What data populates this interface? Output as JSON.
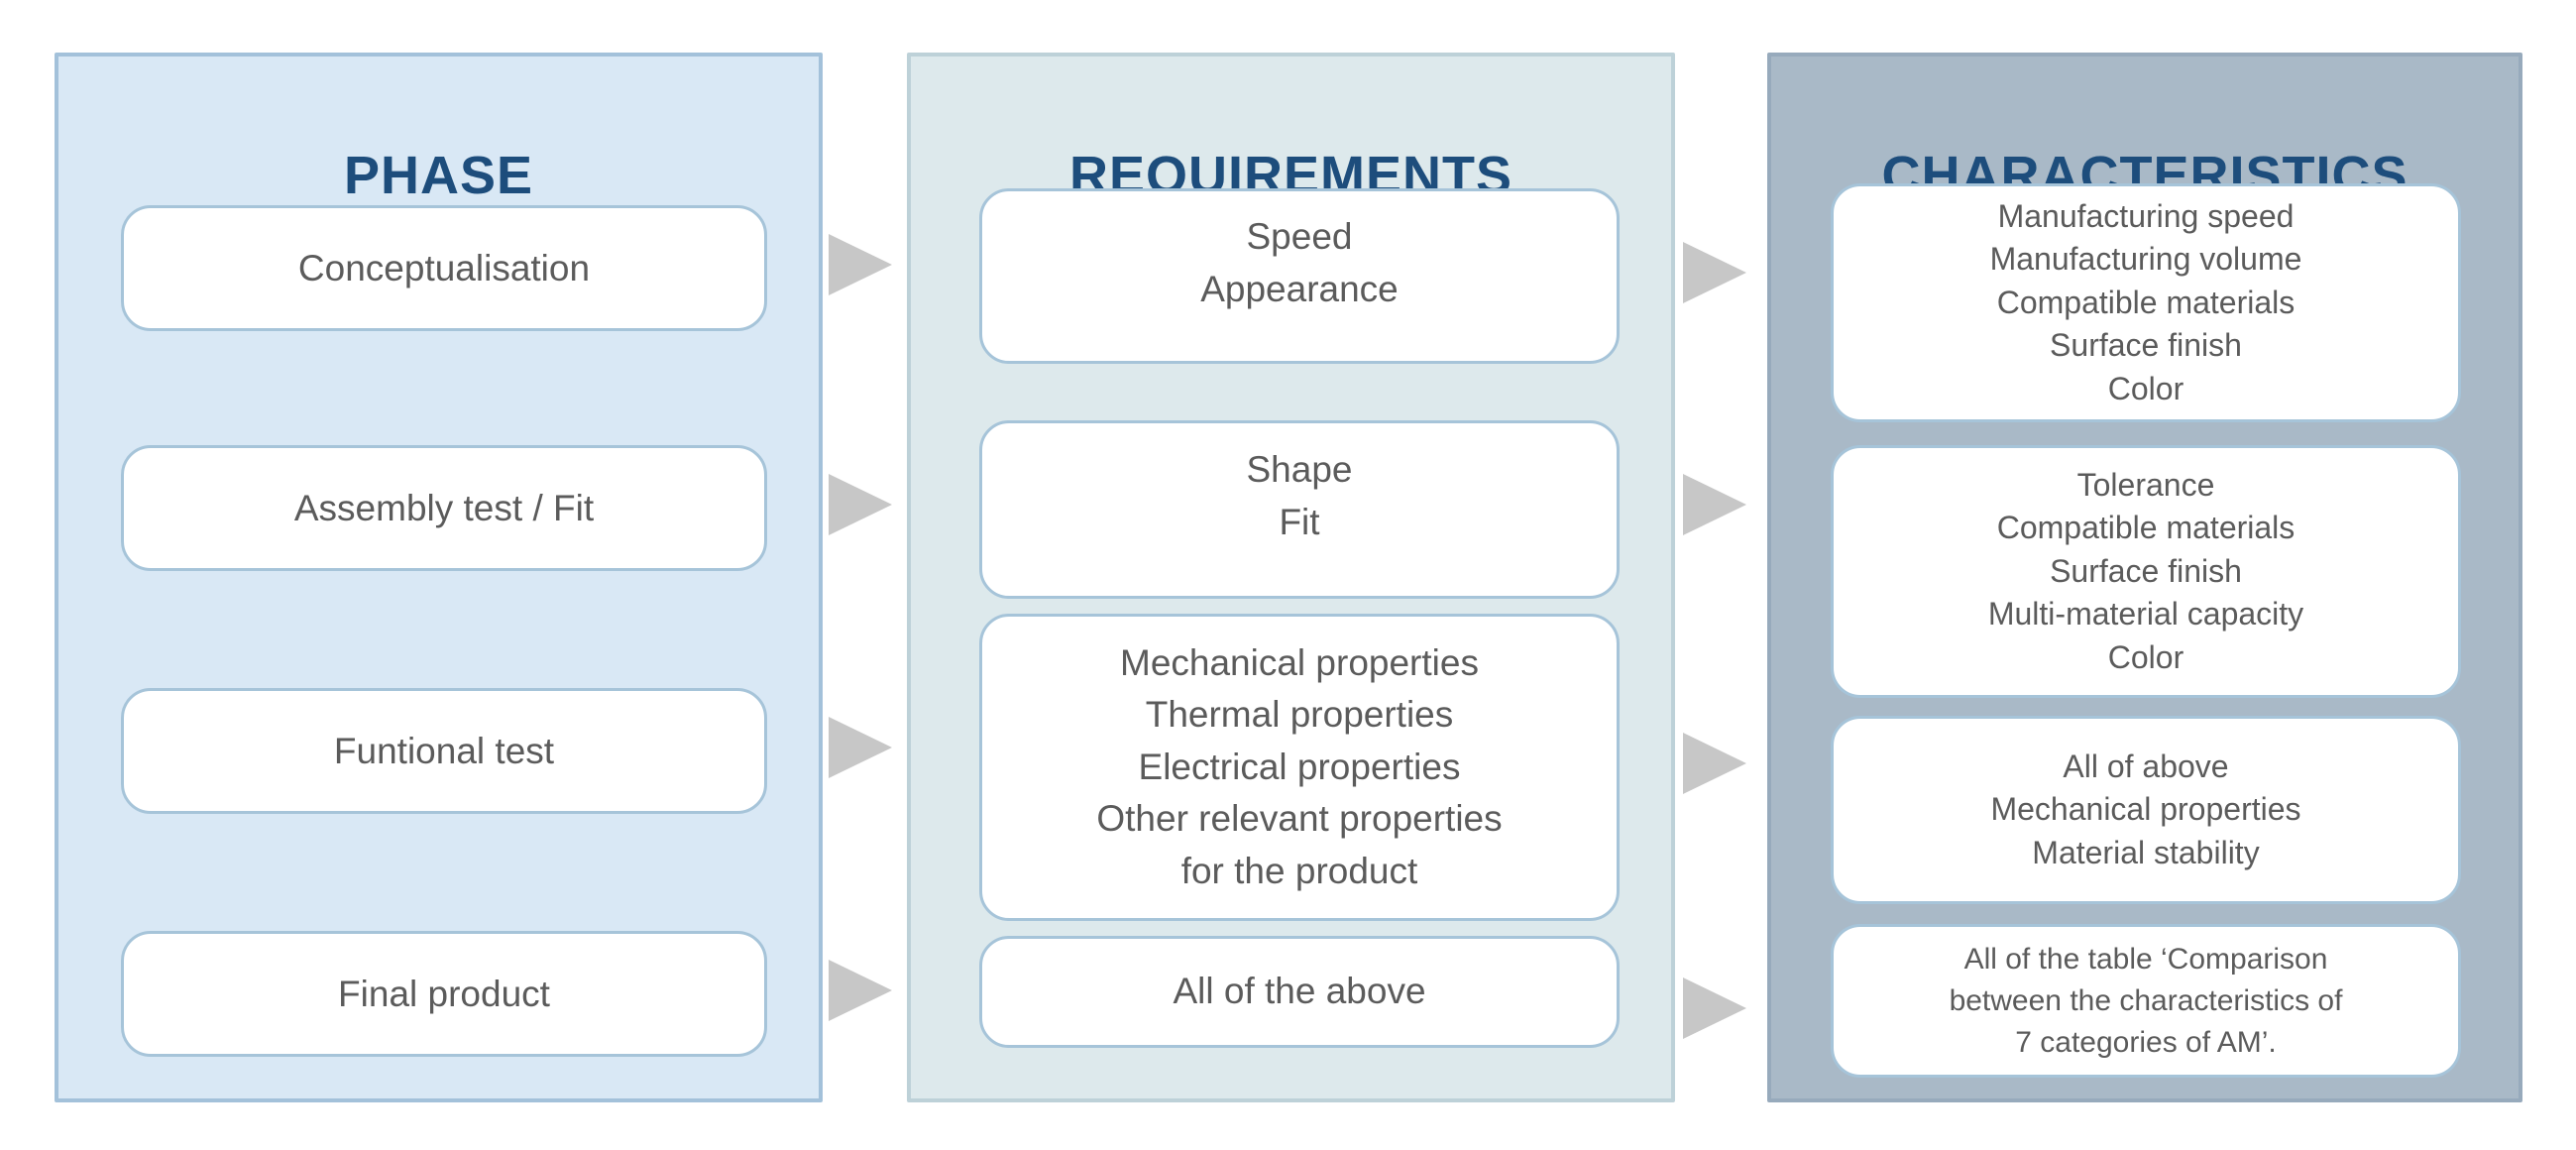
{
  "columns": [
    {
      "title": "PHASE",
      "boxes": [
        {
          "text": "Conceptualisation"
        },
        {
          "text": "Assembly test / Fit"
        },
        {
          "text": "Funtional test"
        },
        {
          "text": "Final product"
        }
      ]
    },
    {
      "title": "REQUIREMENTS",
      "boxes": [
        {
          "text": "Speed\nAppearance"
        },
        {
          "text": "Shape\nFit"
        },
        {
          "text": "Mechanical properties\nThermal properties\nElectrical properties\nOther relevant properties\nfor the product"
        },
        {
          "text": "All of the above"
        }
      ]
    },
    {
      "title": "CHARACTERISTICS",
      "boxes": [
        {
          "text": "Manufacturing speed\nManufacturing volume\nCompatible materials\nSurface finish\nColor"
        },
        {
          "text": "Tolerance\nCompatible materials\nSurface finish\nMulti-material capacity\nColor"
        },
        {
          "text": "All of above\nMechanical properties\nMaterial stability"
        },
        {
          "text": "All of the table ‘Comparison\nbetween the characteristics of\n7 categories of AM’."
        }
      ]
    }
  ],
  "colors": {
    "phase_panel_bg": "#d9e8f5",
    "requirements_panel_bg": "#dde9ec",
    "characteristics_panel_bg": "#a9b9c7",
    "header_text": "#1d4d7c",
    "box_text": "#5b5b5b",
    "box_border": "#a6c4d9",
    "arrow": "#c7c7c7"
  }
}
